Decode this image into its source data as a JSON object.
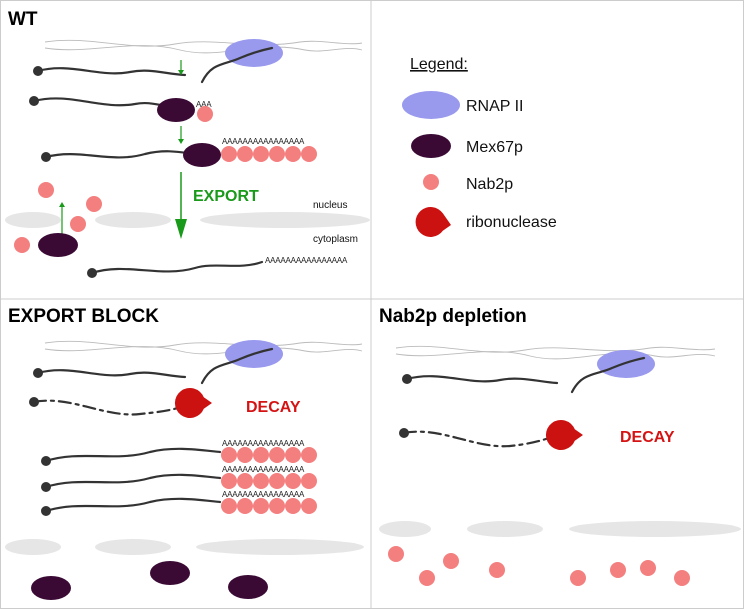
{
  "panels": {
    "wt": {
      "title": "WT"
    },
    "export_block": {
      "title": "EXPORT BLOCK"
    },
    "depletion": {
      "title": "Nab2p depletion"
    }
  },
  "labels": {
    "export": "EXPORT",
    "nucleus": "nucleus",
    "cytoplasm": "cytoplasm",
    "decay": "DECAY",
    "polyA_short": "AAA",
    "polyA_long": "AAAAAAAAAAAAAAAA"
  },
  "legend": {
    "title": "Legend:",
    "items": [
      {
        "label": "RNAP II",
        "icon": "rnap-ii-icon",
        "color": "#9999ee"
      },
      {
        "label": "Mex67p",
        "icon": "mex67p-icon",
        "color": "#3a0a35"
      },
      {
        "label": "Nab2p",
        "icon": "nab2p-icon",
        "color": "#f47f7f"
      },
      {
        "label": "ribonuclease",
        "icon": "ribonuclease-icon",
        "color": "#cc1111"
      }
    ]
  },
  "colors": {
    "rnap": "#9999ee",
    "mex67p": "#3a0a35",
    "nab2p": "#f47f7f",
    "ribonuclease": "#cc1111",
    "export_arrow": "#1a9a1a",
    "decay_text": "#d41414",
    "membrane": "#e6e6e6"
  }
}
